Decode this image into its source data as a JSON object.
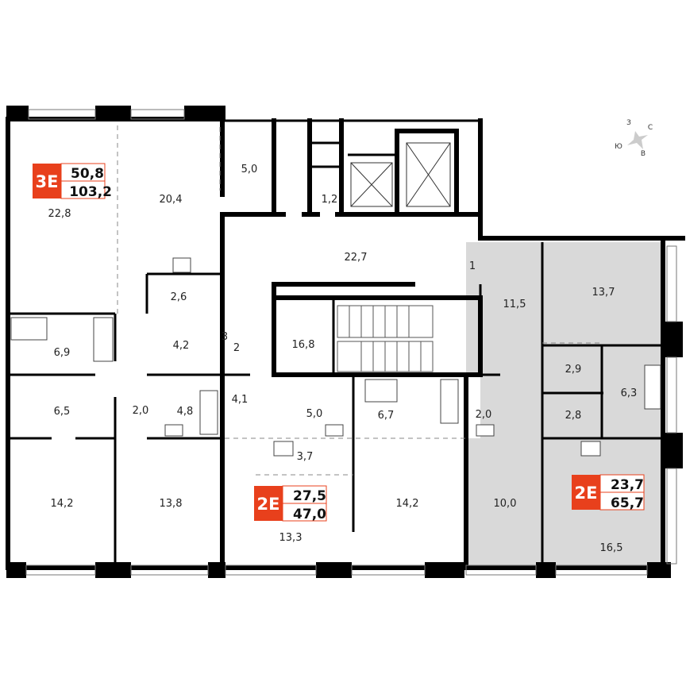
{
  "colors": {
    "badge": "#e8401c",
    "highlight": "#d9d9d9",
    "wall": "#000000"
  },
  "compass": {
    "n": "С",
    "s": "Ю",
    "w": "З",
    "e": "В"
  },
  "apartments": [
    {
      "code": "3Е",
      "living": "50,8",
      "total": "103,2"
    },
    {
      "code": "2Е",
      "living": "27,5",
      "total": "47,0"
    },
    {
      "code": "2Е",
      "living": "23,7",
      "total": "65,7",
      "highlighted": true
    }
  ],
  "rooms": [
    "22,8",
    "20,4",
    "5,0",
    "1,2",
    "22,7",
    "11,5",
    "13,7",
    "2,6",
    "6,9",
    "4,2",
    "16,8",
    "2,9",
    "6,3",
    "6,5",
    "2,0",
    "4,8",
    "4,1",
    "5,0",
    "6,7",
    "2,0",
    "2,8",
    "3,7",
    "14,2",
    "13,8",
    "14,2",
    "10,0",
    "13,3",
    "16,5"
  ],
  "entrances": [
    "1",
    "2",
    "3"
  ]
}
